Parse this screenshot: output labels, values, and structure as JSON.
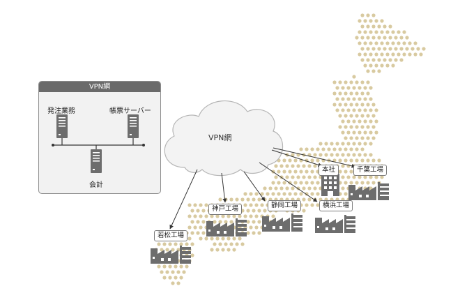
{
  "vpn_panel": {
    "title": "VPN網",
    "servers": {
      "order": "発注業務",
      "voucher": "帳票サーバー",
      "accounting": "会計"
    }
  },
  "cloud": {
    "label": "VPN網"
  },
  "sites": {
    "head_office": "本社",
    "chiba": "千葉工場",
    "kobe": "神戸工場",
    "shizuoka": "静岡工場",
    "yokohama": "横浜工場",
    "wakamatsu": "若松工場"
  },
  "icons": [
    "server-icon",
    "building-icon",
    "factory-icon",
    "cloud-icon"
  ],
  "colors": {
    "map_dots": "#d8caa0",
    "panel_header": "#6a6a6a",
    "panel_bg": "#f2f2f2",
    "icons": "#6d6d6d",
    "lines": "#333333"
  }
}
